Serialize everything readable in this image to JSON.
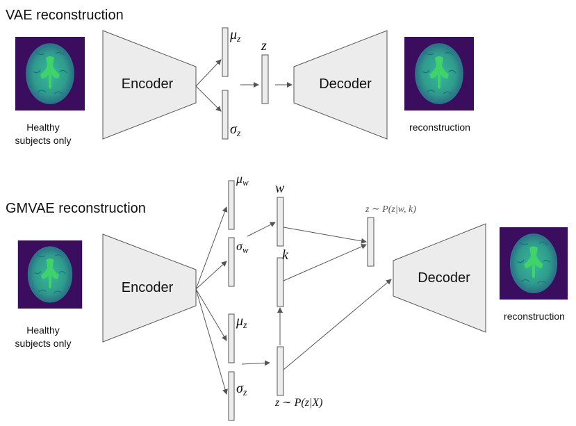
{
  "vae": {
    "title": "VAE reconstruction",
    "encoder_label": "Encoder",
    "decoder_label": "Decoder",
    "input_caption_line1": "Healthy",
    "input_caption_line2": "subjects only",
    "output_caption": "reconstruction",
    "mu_label": "μ",
    "mu_sub": "z",
    "sigma_label": "σ",
    "sigma_sub": "z",
    "z_label": "z"
  },
  "gmvae": {
    "title": "GMVAE reconstruction",
    "encoder_label": "Encoder",
    "decoder_label": "Decoder",
    "input_caption_line1": "Healthy",
    "input_caption_line2": "subjects only",
    "output_caption": "reconstruction",
    "mu_w_label": "μ",
    "mu_w_sub": "w",
    "sigma_w_label": "σ",
    "sigma_w_sub": "w",
    "mu_z_label": "μ",
    "mu_z_sub": "z",
    "sigma_z_label": "σ",
    "sigma_z_sub": "z",
    "w_label": "w",
    "k_label": "k",
    "z_top_formula": "z ∼ P(z|w, k)",
    "z_bottom_formula": "z ∼ P(z|X)"
  },
  "colors": {
    "trapezoid_fill": "#ececec",
    "trapezoid_stroke": "#555555",
    "bar_fill": "#ececec",
    "arrow": "#555555",
    "brain_background": "#3a0d5e",
    "brain_tissue": "#2f9c8c",
    "brain_ventricle": "#3fd36a",
    "text": "#111111"
  }
}
